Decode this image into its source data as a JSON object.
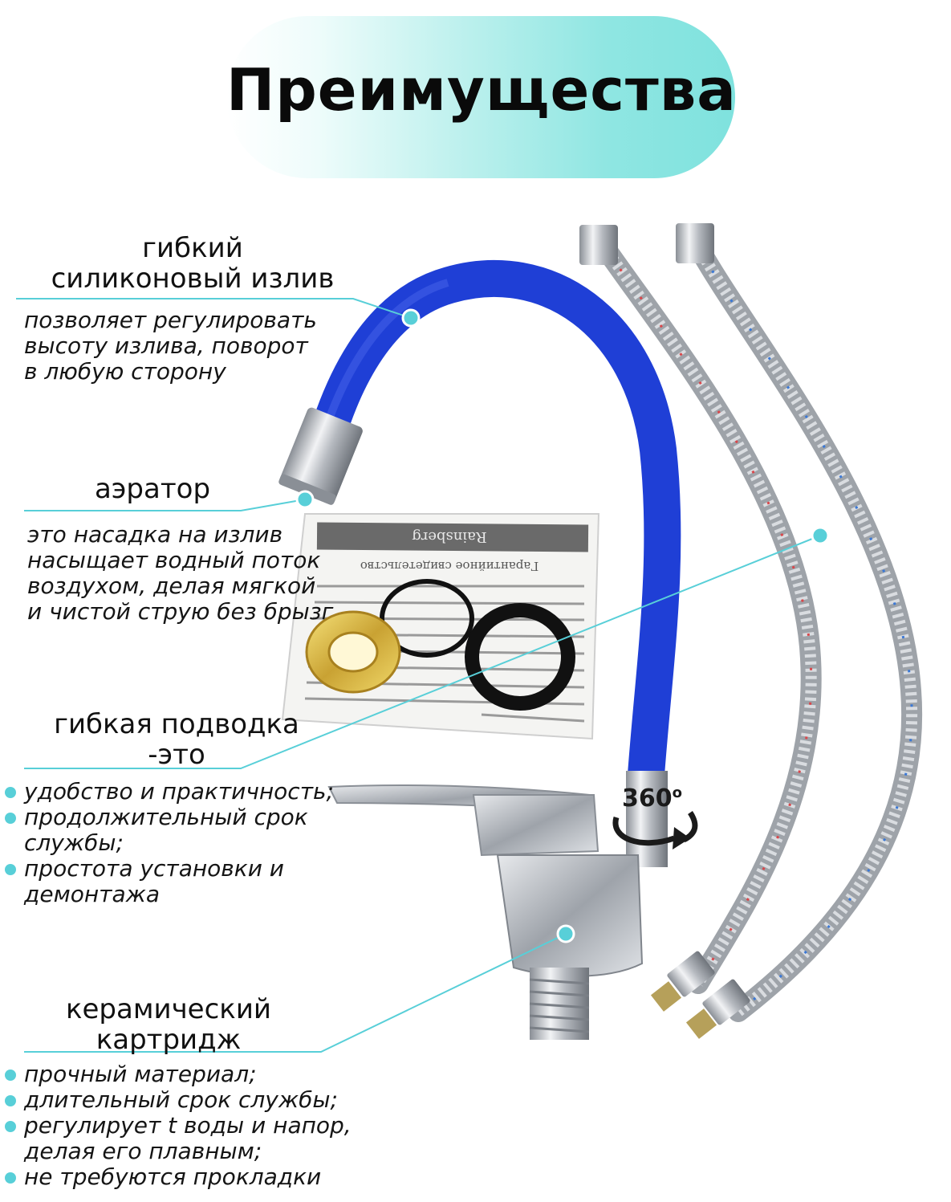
{
  "title": "Преимущества",
  "rotation": {
    "label": "360",
    "unit": "o"
  },
  "features": [
    {
      "heading_lines": [
        "гибкий",
        "силиконовый излив"
      ],
      "description_lines": [
        "позволяет регулировать",
        "высоту излива, поворот",
        "в любую сторону"
      ]
    },
    {
      "heading_lines": [
        "аэратор"
      ],
      "description_lines": [
        "это насадка на излив",
        "насыщает водный поток",
        "воздухом, делая мягкой",
        "и чистой струю без брызг"
      ]
    },
    {
      "heading_lines": [
        "гибкая подводка",
        "-это"
      ],
      "bullets": [
        "удобство и практичность;",
        "продолжительный срок",
        "службы;",
        "простота установки и",
        "демонтажа"
      ]
    },
    {
      "heading_lines": [
        "керамический",
        "картридж"
      ],
      "bullets": [
        "прочный материал;",
        "длительный срок службы;",
        "регулирует t воды и напор,",
        "делая его плавным;",
        "не требуются прокладки"
      ]
    }
  ],
  "warranty_card": {
    "brand": "Rainsberg",
    "heading": "Гарантийное свидетельство"
  },
  "colors": {
    "accent": "#58cfd8",
    "spout": "#1f3fd6",
    "chrome": "#c9ccd1"
  }
}
